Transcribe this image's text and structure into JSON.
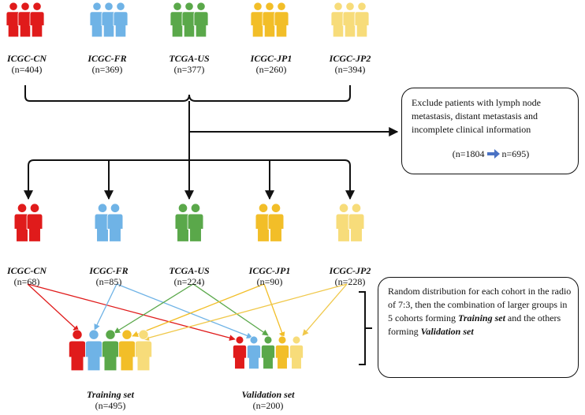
{
  "top_cohorts": [
    {
      "name": "ICGC-CN",
      "count": "(n=404)",
      "color": "#e01b1b"
    },
    {
      "name": "ICGC-FR",
      "count": "(n=369)",
      "color": "#6fb3e6"
    },
    {
      "name": "TCGA-US",
      "count": "(n=377)",
      "color": "#5aa84a"
    },
    {
      "name": "ICGC-JP1",
      "count": "(n=260)",
      "color": "#f2be28"
    },
    {
      "name": "ICGC-JP2",
      "count": "(n=394)",
      "color": "#f7dc7a"
    }
  ],
  "exclusion_box": {
    "text": "Exclude patients with lymph node metastasis, distant metastasis and incomplete clinical information",
    "from": "(n=1804",
    "to": "n=695)"
  },
  "mid_cohorts": [
    {
      "name": "ICGC-CN",
      "count": "(n=68)",
      "color": "#e01b1b"
    },
    {
      "name": "ICGC-FR",
      "count": "(n=85)",
      "color": "#6fb3e6"
    },
    {
      "name": "TCGA-US",
      "count": "(n=224)",
      "color": "#5aa84a"
    },
    {
      "name": "ICGC-JP1",
      "count": "(n=90)",
      "color": "#f2be28"
    },
    {
      "name": "ICGC-JP2",
      "count": "(n=228)",
      "color": "#f7dc7a"
    }
  ],
  "random_box": {
    "line1": "Random distribution for each cohort in the radio of 7:3, then the combination of larger groups in 5 cohorts forming",
    "training": "Training set",
    "line2": "and the others forming",
    "validation": "Validation set"
  },
  "sets": [
    {
      "name": "Training set",
      "count": "(n=495)"
    },
    {
      "name": "Validation set",
      "count": "(n=200)"
    }
  ],
  "colors": {
    "line": "#111111",
    "arrow_blue": "#4a72c4"
  }
}
